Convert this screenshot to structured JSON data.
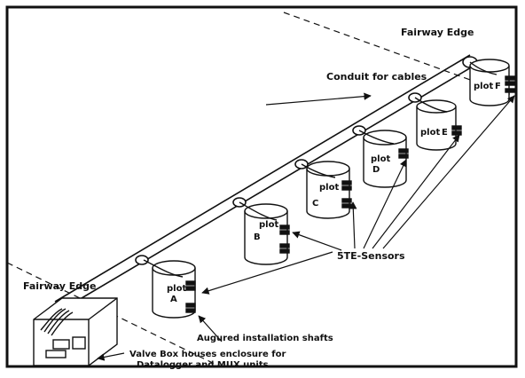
{
  "labels": {
    "fairway_edge_top": "Fairway Edge",
    "fairway_edge_left": "Fairway Edge",
    "conduit": "Conduit for cables",
    "sensors": "5TE-Sensors",
    "shafts": "Augured installation shafts",
    "valve_box_line1": "Valve Box houses enclosure for",
    "valve_box_line2": "Datalogger and MUX units"
  },
  "plots": [
    {
      "word": "plot",
      "letter": "A"
    },
    {
      "word": "plot",
      "letter": "B"
    },
    {
      "word": "plot",
      "letter": "C"
    },
    {
      "word": "plot",
      "letter": "D"
    },
    {
      "word": "plot",
      "letter": "E"
    },
    {
      "word": "plot",
      "letter": "F"
    }
  ]
}
